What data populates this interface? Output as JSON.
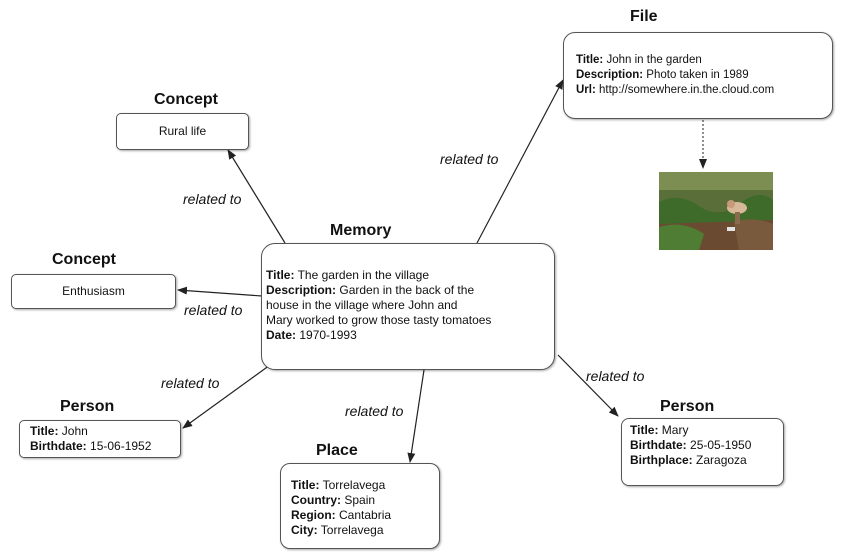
{
  "edge_label": "related to",
  "memory": {
    "heading": "Memory",
    "title_label": "Title:",
    "title": "The garden in the village",
    "description_label": "Description:",
    "description_1": "Garden in the back of the",
    "description_2": "house in the village where John and",
    "description_3": "Mary worked to grow those tasty tomatoes",
    "date_label": "Date:",
    "date": "1970-1993"
  },
  "concept_rural": {
    "heading": "Concept",
    "name": "Rural life"
  },
  "concept_enthusiasm": {
    "heading": "Concept",
    "name": "Enthusiasm"
  },
  "file": {
    "heading": "File",
    "title_label": "Title:",
    "title": "John in the garden",
    "description_label": "Description:",
    "description": "Photo taken in 1989",
    "url_label": "Url:",
    "url": "http://somewhere.in.the.cloud.com"
  },
  "person_john": {
    "heading": "Person",
    "title_label": "Title:",
    "title": "John",
    "birthdate_label": "Birthdate:",
    "birthdate": "15-06-1952"
  },
  "person_mary": {
    "heading": "Person",
    "title_label": "Title:",
    "title": "Mary",
    "birthdate_label": "Birthdate:",
    "birthdate": "25-05-1950",
    "birthplace_label": "Birthplace:",
    "birthplace": "Zaragoza"
  },
  "place": {
    "heading": "Place",
    "title_label": "Title:",
    "title": "Torrelavega",
    "country_label": "Country:",
    "country": "Spain",
    "region_label": "Region:",
    "region": "Cantabria",
    "city_label": "City:",
    "city": "Torrelavega"
  },
  "colors": {
    "line": "#222222",
    "border": "#555555",
    "text": "#111111"
  }
}
